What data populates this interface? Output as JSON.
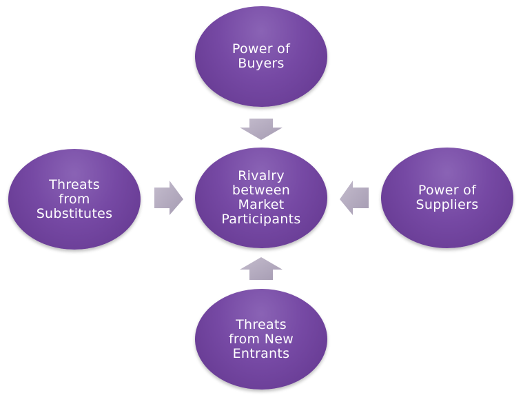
{
  "nodes": {
    "top": {
      "lines": [
        "Power of",
        "Buyers"
      ]
    },
    "center": {
      "lines": [
        "Rivalry",
        "between",
        "Market",
        "Participants"
      ]
    },
    "left": {
      "lines": [
        "Threats",
        "from",
        "Substitutes"
      ]
    },
    "right": {
      "lines": [
        "Power of",
        "Suppliers"
      ]
    },
    "bottom": {
      "lines": [
        "Threats",
        "from New",
        "Entrants"
      ]
    }
  },
  "colors": {
    "node_fill": "#7649a4",
    "arrow_fill": "#b3aabd",
    "text": "#ffffff"
  }
}
